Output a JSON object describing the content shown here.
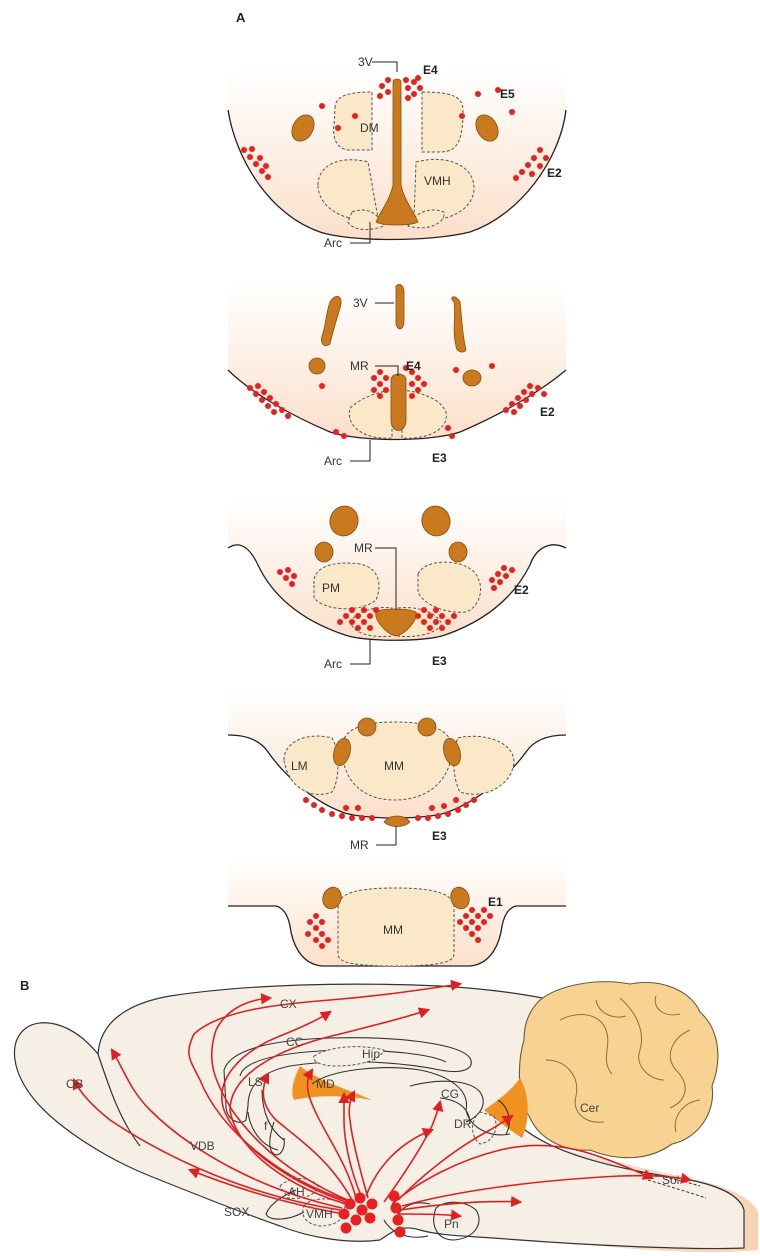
{
  "panel_a": {
    "letter": "A",
    "sections": [
      {
        "labels": {
          "3v": "3V",
          "e4": "E4",
          "e5": "E5",
          "dm": "DM",
          "vmh": "VMH",
          "e2": "E2",
          "arc": "Arc"
        }
      },
      {
        "labels": {
          "3v": "3V",
          "mr": "MR",
          "e4": "E4",
          "e2": "E2",
          "arc": "Arc",
          "e3": "E3"
        }
      },
      {
        "labels": {
          "mr": "MR",
          "pm": "PM",
          "e2": "E2",
          "arc": "Arc",
          "e3": "E3"
        }
      },
      {
        "labels": {
          "lm": "LM",
          "mm": "MM",
          "e3": "E3",
          "mr": "MR"
        }
      },
      {
        "labels": {
          "e1": "E1",
          "mm": "MM"
        }
      }
    ]
  },
  "panel_b": {
    "letter": "B",
    "labels": {
      "cx": "CX",
      "ob": "OB",
      "cc": "CC",
      "hip": "Hip",
      "ls": "LS",
      "md": "MD",
      "cg": "CG",
      "cer": "Cer",
      "dr": "DR",
      "f": "f",
      "vdb": "VDB",
      "ah": "AH",
      "sox": "SOX",
      "vmh": "VMH",
      "pn": "Pn",
      "sol": "Sol"
    }
  },
  "colors": {
    "red_dots": "#e8201f",
    "ventricle": "#c97a1e",
    "nucleus_fill": "#fbe8c8",
    "tissue_gradient": "#fde3cf",
    "cerebellum": "#f8d290",
    "arrow": "#e02020"
  }
}
